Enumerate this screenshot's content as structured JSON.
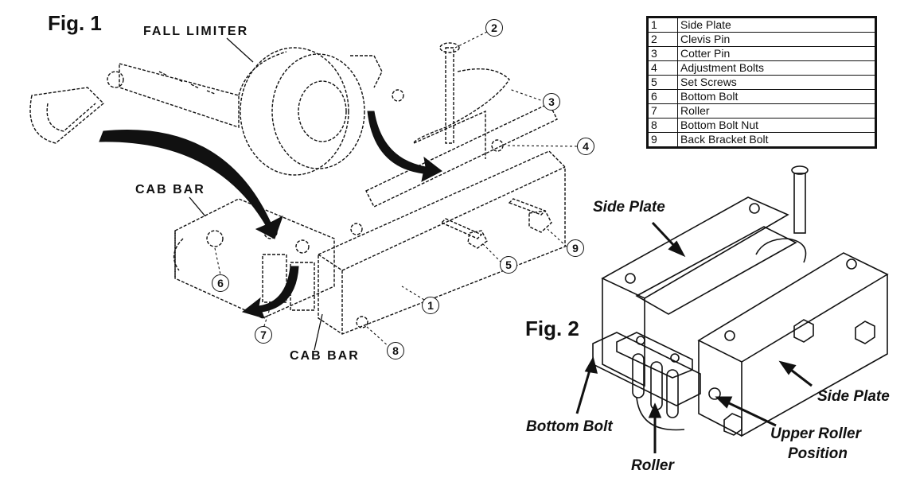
{
  "fig1": {
    "title": "Fig. 1",
    "label_fall_limiter": "FALL LIMITER",
    "label_cab_bar_top": "CAB BAR",
    "label_cab_bar_bottom": "CAB BAR",
    "callouts": [
      "1",
      "2",
      "3",
      "4",
      "5",
      "6",
      "7",
      "8",
      "9"
    ]
  },
  "legend": {
    "rows": [
      {
        "num": "1",
        "name": "Side Plate"
      },
      {
        "num": "2",
        "name": "Clevis Pin"
      },
      {
        "num": "3",
        "name": "Cotter Pin"
      },
      {
        "num": "4",
        "name": "Adjustment Bolts"
      },
      {
        "num": "5",
        "name": "Set Screws"
      },
      {
        "num": "6",
        "name": "Bottom Bolt"
      },
      {
        "num": "7",
        "name": "Roller"
      },
      {
        "num": "8",
        "name": "Bottom Bolt Nut"
      },
      {
        "num": "9",
        "name": "Back Bracket Bolt"
      }
    ]
  },
  "fig2": {
    "title": "Fig. 2",
    "label_side_plate_top": "Side Plate",
    "label_side_plate_right": "Side Plate",
    "label_bottom_bolt": "Bottom Bolt",
    "label_roller": "Roller",
    "label_upper_roller_1": "Upper Roller",
    "label_upper_roller_2": "Position"
  }
}
